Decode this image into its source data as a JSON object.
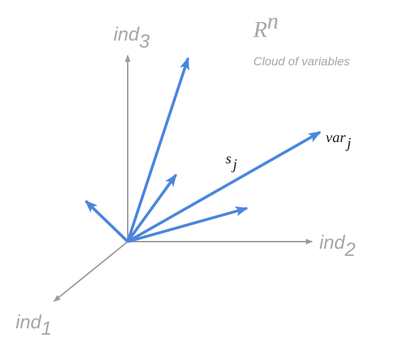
{
  "colors": {
    "axis": "#9a9a9a",
    "axis_text": "#a6a6a6",
    "vector": "#4a86dc",
    "label_dark": "#1a1a1a"
  },
  "space": {
    "symbol": "R",
    "superscript": "n",
    "caption": "Cloud of variables"
  },
  "axes": {
    "ind1": {
      "base": "ind",
      "sub": "1"
    },
    "ind2": {
      "base": "ind",
      "sub": "2"
    },
    "ind3": {
      "base": "ind",
      "sub": "3"
    }
  },
  "vectors": {
    "s_label": {
      "base": "s",
      "sub": "j"
    },
    "var_label": {
      "base": "var",
      "sub": "j"
    }
  }
}
